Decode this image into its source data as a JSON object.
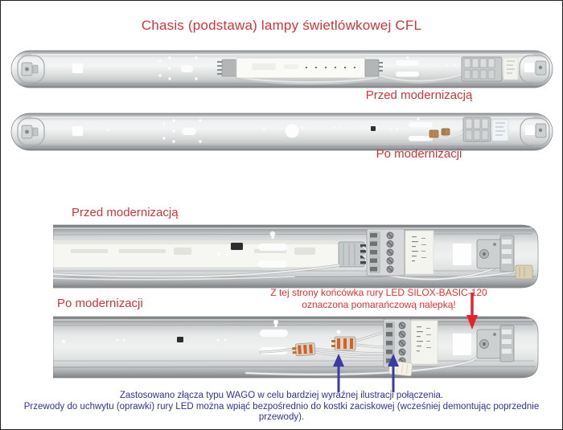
{
  "title": "Chasis (podstawa) lampy świetlówkowej CFL",
  "labels": {
    "top_before": "Przed modernizacją",
    "top_after": "Po modernizacji",
    "closeup_before": "Przed modernizacją",
    "closeup_after": "Po modernizacji"
  },
  "led_note": {
    "line1": "Z tej strony końcówka rury LED SILOX-BASIC-120",
    "line2": "oznaczona pomarańczową nalepką!"
  },
  "bottom_note": {
    "line1": "Zastosowano złącza typu WAGO w celu bardziej wyraźnej ilustracji połączenia.",
    "line2": "Przewody do uchwytu (oprawki) rury LED można wpiąć bezpośrednio do kostki zaciskowej (wcześniej demontując poprzednie przewody)."
  },
  "colors": {
    "heading_red": "#d23439",
    "annotation_red": "#e6302e",
    "arrow_red": "#e8222a",
    "arrow_blue": "#3b3ba6",
    "note_navy": "#313295"
  }
}
